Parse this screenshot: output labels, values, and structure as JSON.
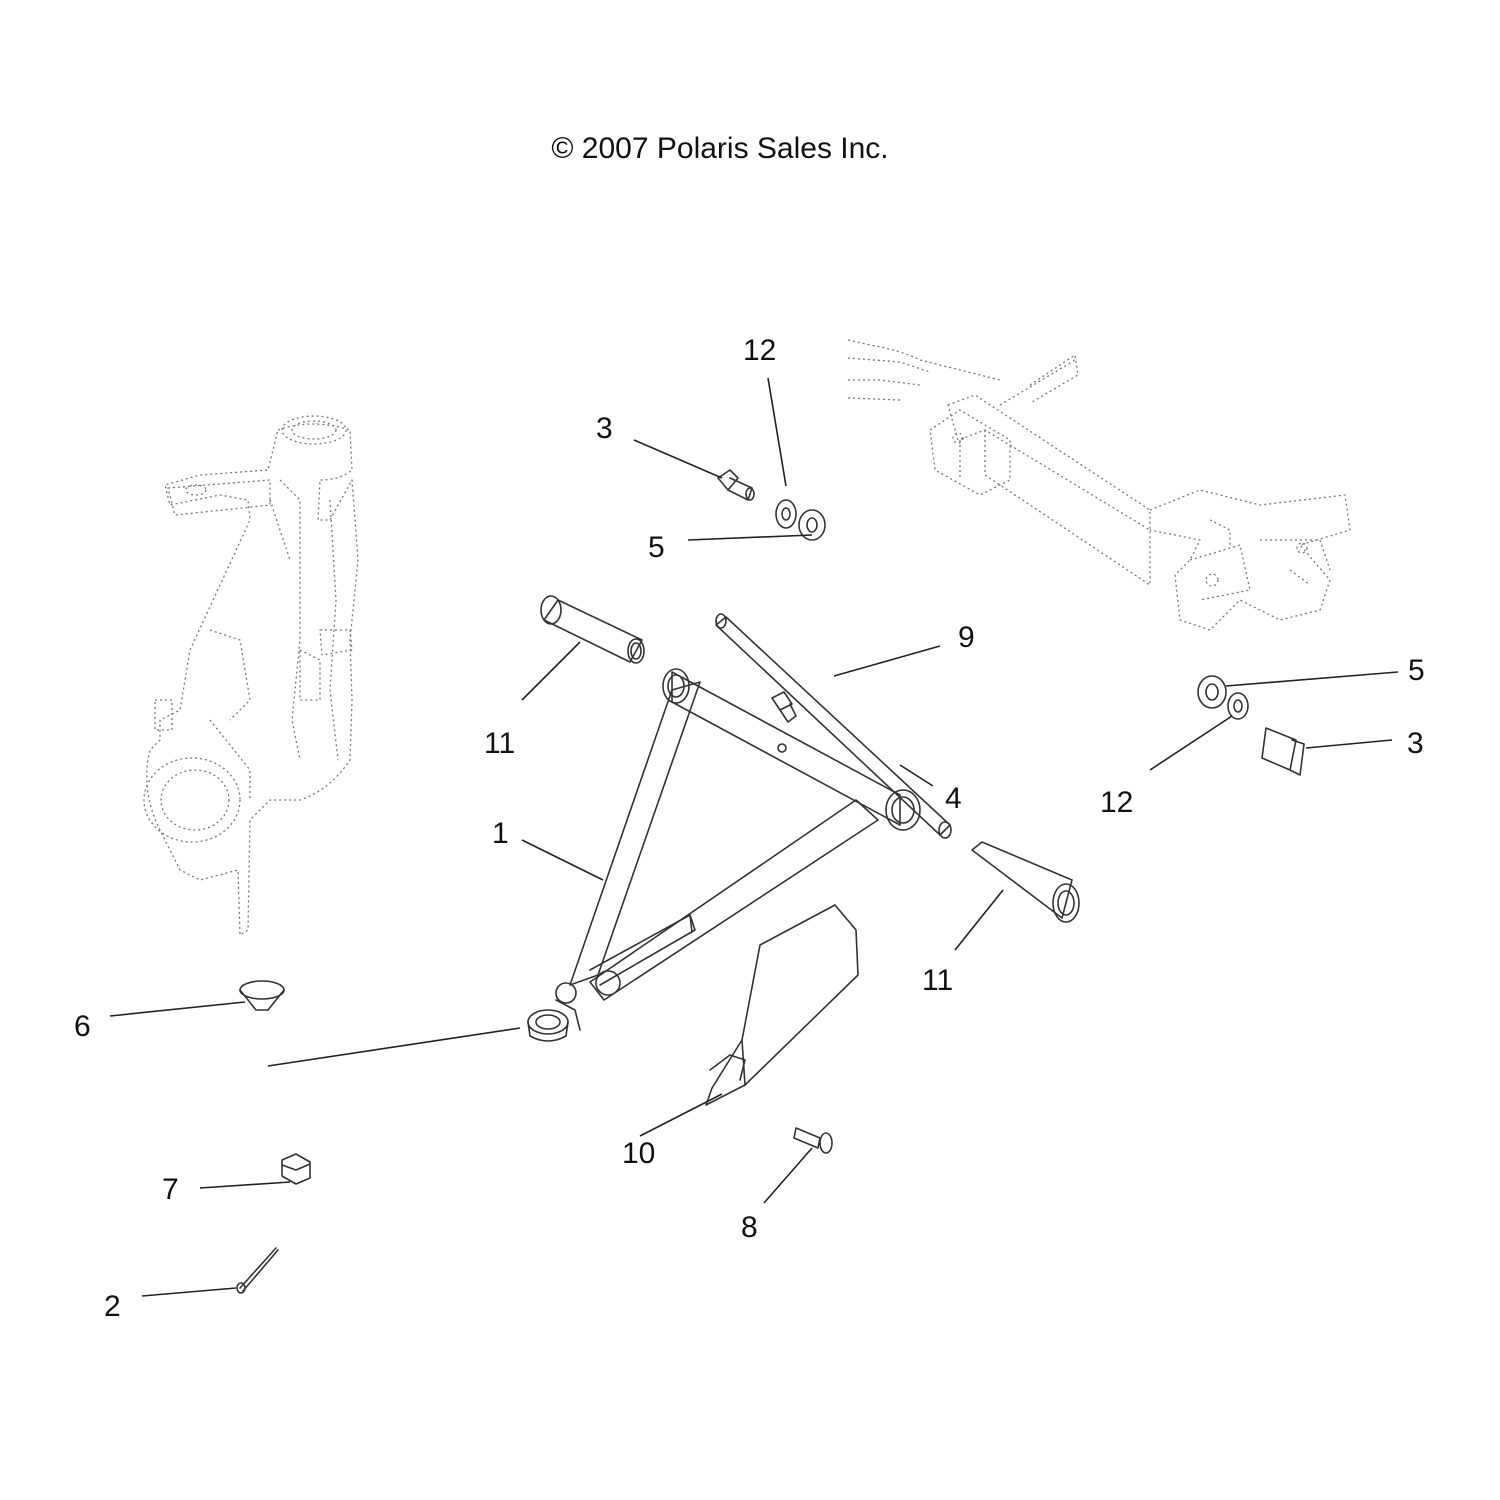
{
  "copyright": "© 2007 Polaris Sales Inc.",
  "callouts": [
    {
      "id": "c1",
      "label": "1"
    },
    {
      "id": "c2",
      "label": "2"
    },
    {
      "id": "c3a",
      "label": "3"
    },
    {
      "id": "c3b",
      "label": "3"
    },
    {
      "id": "c4",
      "label": "4"
    },
    {
      "id": "c5a",
      "label": "5"
    },
    {
      "id": "c5b",
      "label": "5"
    },
    {
      "id": "c6",
      "label": "6"
    },
    {
      "id": "c7",
      "label": "7"
    },
    {
      "id": "c8",
      "label": "8"
    },
    {
      "id": "c9",
      "label": "9"
    },
    {
      "id": "c10",
      "label": "10"
    },
    {
      "id": "c11a",
      "label": "11"
    },
    {
      "id": "c11b",
      "label": "11"
    },
    {
      "id": "c12a",
      "label": "12"
    },
    {
      "id": "c12b",
      "label": "12"
    }
  ]
}
